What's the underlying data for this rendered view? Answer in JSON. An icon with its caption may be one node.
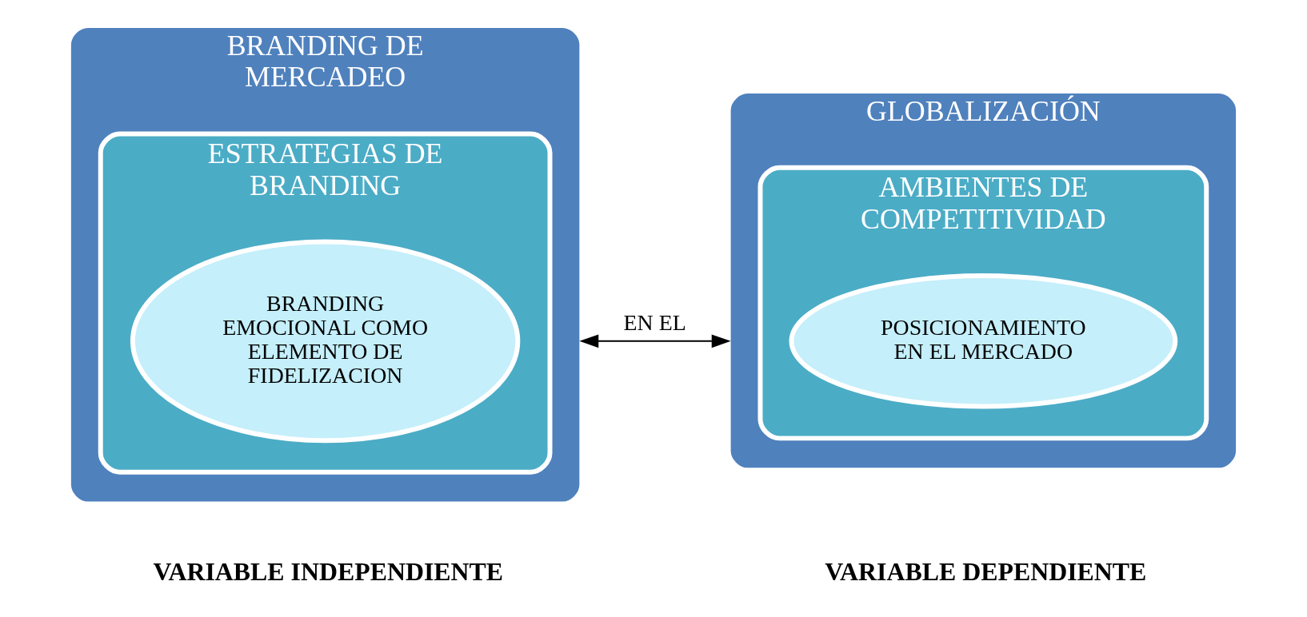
{
  "diagram": {
    "nodes": [
      {
        "text": [
          "BRANDING DE MERCADEO"
        ],
        "beside": [
          "VARIABLE INDEPENDIENTE"
        ]
      },
      {
        "text": [
          "ESTRATEGIAS DE BRANDING"
        ],
        "in": 0
      },
      {
        "text": [
          "BRANDING EMOCIONAL COMO ELEMENTO DE FIDELIZACION"
        ],
        "in": 1
      },
      {
        "text": [
          "GLOBALIZACIÓN"
        ],
        "beside": [
          "VARIABLE DEPENDIENTE"
        ]
      },
      {
        "text": [
          "AMBIENTES DE COMPETITIVIDAD"
        ],
        "in": 3
      },
      {
        "text": [
          "POSICIONAMIENTO EN EL MERCADO"
        ],
        "in": 4
      }
    ],
    "edges": [
      {
        "from": 0,
        "to": 3,
        "arrow": "both",
        "label": "EN EL"
      }
    ]
  }
}
